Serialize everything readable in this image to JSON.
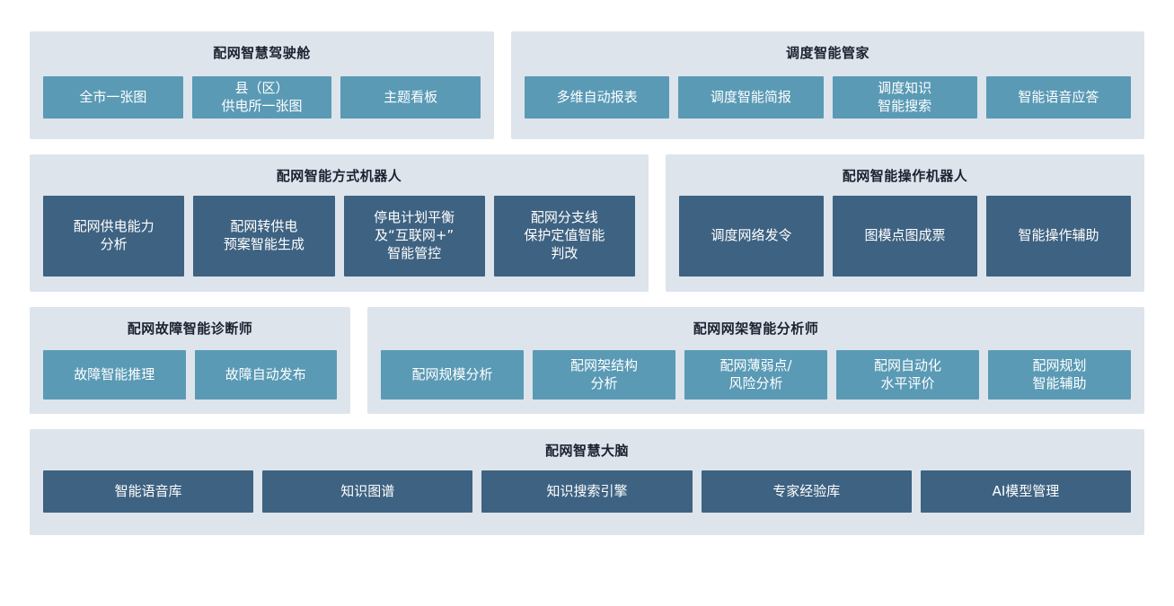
{
  "colors": {
    "panel_bg": "#dde4ec",
    "tile_teal": "#5a9ab5",
    "tile_dark": "#3e6281",
    "title_text": "#1b2230",
    "tile_text": "#ffffff",
    "page_bg": "#ffffff"
  },
  "panels": [
    {
      "title": "配网智慧驾驶舱",
      "variant": "teal",
      "tiles": [
        "全市一张图",
        "县（区）\n供电所一张图",
        "主题看板"
      ]
    },
    {
      "title": "调度智能管家",
      "variant": "teal",
      "tiles": [
        "多维自动报表",
        "调度智能简报",
        "调度知识\n智能搜索",
        "智能语音应答"
      ]
    },
    {
      "title": "配网智能方式机器人",
      "variant": "dark",
      "tiles": [
        "配网供电能力\n分析",
        "配网转供电\n预案智能生成",
        "停电计划平衡\n及“互联网+”\n智能管控",
        "配网分支线\n保护定值智能\n判改"
      ]
    },
    {
      "title": "配网智能操作机器人",
      "variant": "dark",
      "tiles": [
        "调度网络发令",
        "图模点图成票",
        "智能操作辅助"
      ]
    },
    {
      "title": "配网故障智能诊断师",
      "variant": "teal",
      "tiles": [
        "故障智能推理",
        "故障自动发布"
      ]
    },
    {
      "title": "配网网架智能分析师",
      "variant": "teal",
      "tiles": [
        "配网规模分析",
        "配网架结构\n分析",
        "配网薄弱点/\n风险分析",
        "配网自动化\n水平评价",
        "配网规划\n智能辅助"
      ]
    },
    {
      "title": "配网智慧大脑",
      "variant": "dark",
      "tiles": [
        "智能语音库",
        "知识图谱",
        "知识搜索引擎",
        "专家经验库",
        "AI模型管理"
      ]
    }
  ]
}
